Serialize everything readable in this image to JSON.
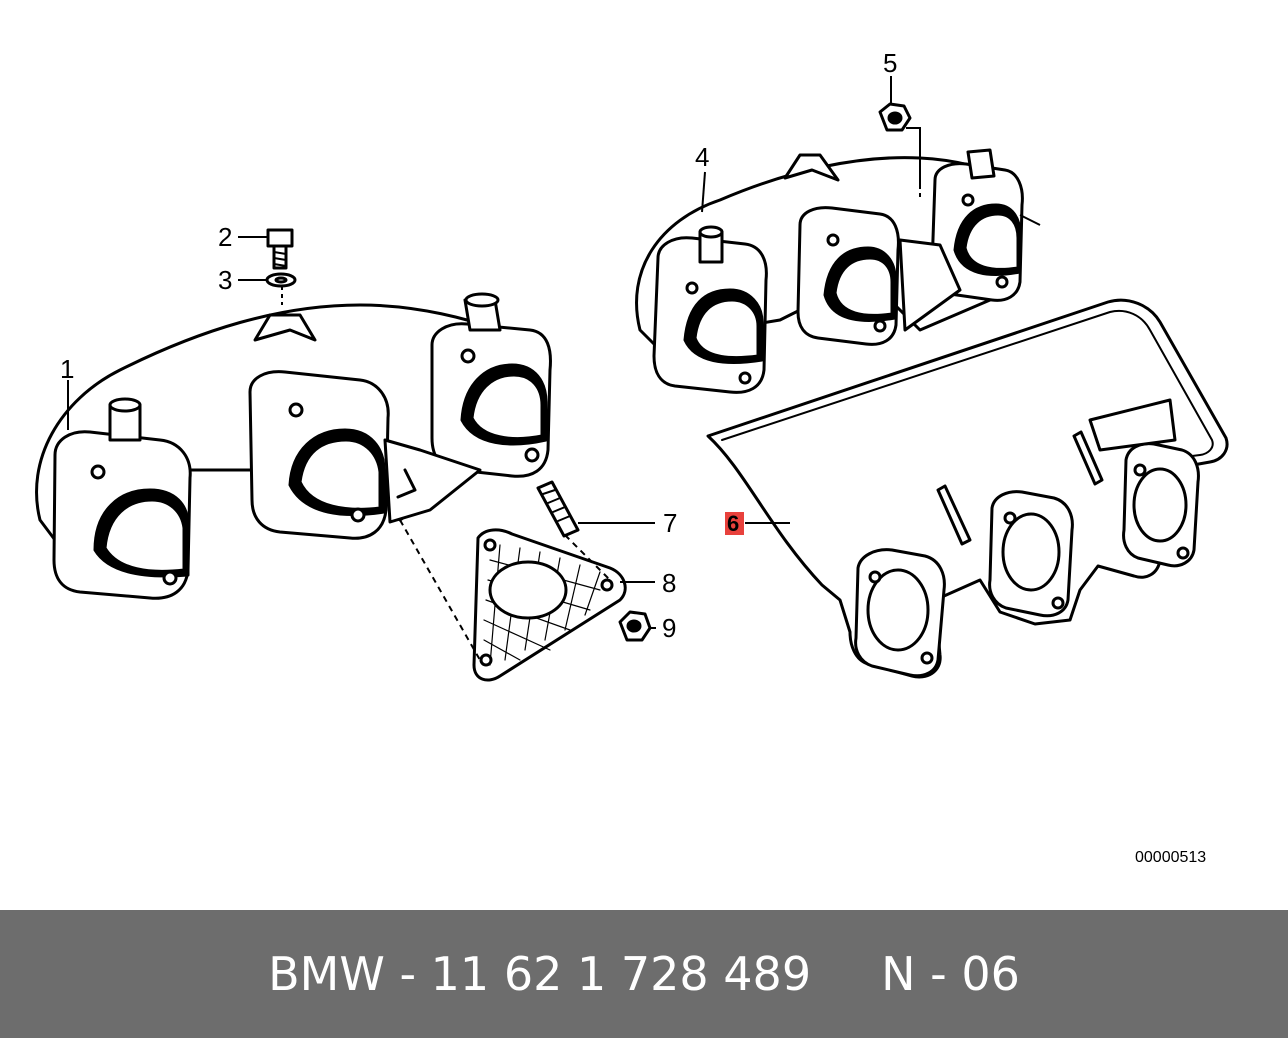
{
  "callouts": {
    "c1": "1",
    "c2": "2",
    "c3": "3",
    "c4": "4",
    "c5": "5",
    "c6": "6",
    "c7": "7",
    "c8": "8",
    "c9": "9"
  },
  "highlight_color": "#e8413c",
  "reference_number": "00000513",
  "footer": {
    "part": "BMW - 11 62 1 728 489",
    "position": "N - 06"
  }
}
